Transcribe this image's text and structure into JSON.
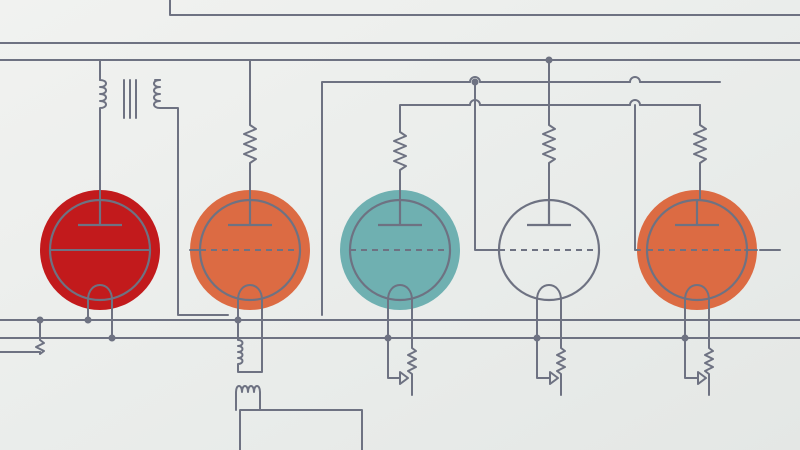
{
  "diagram": {
    "colors": {
      "background": "#eef0ee",
      "wire": "#6e7282",
      "tubes": [
        "#c21a1c",
        "#dc6b43",
        "#6fb0b1",
        "none",
        "#dc6b43"
      ]
    },
    "tubes": [
      {
        "name": "tube-1",
        "fill": "red",
        "grid": false
      },
      {
        "name": "tube-2",
        "fill": "orange",
        "grid": true
      },
      {
        "name": "tube-3",
        "fill": "teal",
        "grid": true
      },
      {
        "name": "tube-4",
        "fill": "none",
        "grid": true
      },
      {
        "name": "tube-5",
        "fill": "orange",
        "grid": true
      }
    ]
  }
}
